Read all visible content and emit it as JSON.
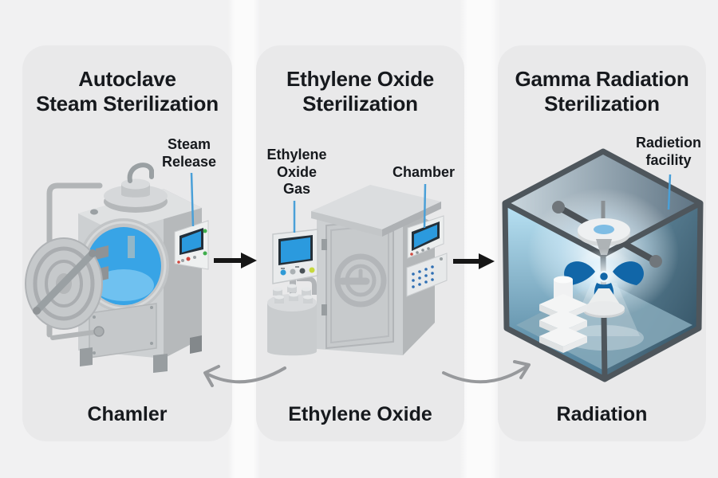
{
  "colors": {
    "page_bg": "#f1f1f2",
    "panel_bg": "#e9e9ea",
    "steam_blue": "#38a4e6",
    "steam_blue_light": "#6fc1f0",
    "screen_blue": "#2b9ade",
    "leader_blue": "#4aa0d8",
    "radiation_blue": "#1166a8",
    "arrow_black": "#161616",
    "curved_arrow_gray": "#97999c",
    "machine_gray": "#cdd0d2"
  },
  "panels": [
    {
      "id": "autoclave",
      "title_line1": "Autoclave",
      "title_line2": "Steam Sterilization",
      "caption": "Chamler",
      "annotations": [
        {
          "id": "steam-release",
          "text": "Steam\nRelease"
        }
      ]
    },
    {
      "id": "ethylene-oxide",
      "title_line1": "Ethylene Oxide",
      "title_line2": "Sterilization",
      "caption": "Ethylene Oxide",
      "annotations": [
        {
          "id": "ethylene-oxide-gas",
          "text": "Ethylene\nOxide\nGas"
        },
        {
          "id": "chamber",
          "text": "Chamber"
        }
      ]
    },
    {
      "id": "gamma-radiation",
      "title_line1": "Gamma Radiation",
      "title_line2": "Sterilization",
      "caption": "Radiation",
      "annotations": [
        {
          "id": "radiation-facility",
          "text": "Radietion\nfacility"
        }
      ]
    }
  ]
}
